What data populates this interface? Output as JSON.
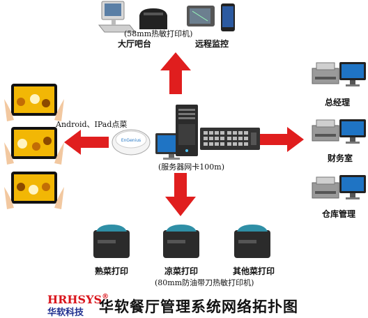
{
  "top_group": {
    "note": "(58mm热敏打印机)",
    "label_left": "大厅吧台",
    "label_right": "远程监控"
  },
  "left_group": {
    "note": "Android、IPad点菜"
  },
  "center": {
    "note": "(服务器网卡100m)"
  },
  "right_group": {
    "items": [
      {
        "label": "总经理"
      },
      {
        "label": "财务室"
      },
      {
        "label": "仓库管理"
      }
    ]
  },
  "bottom_group": {
    "printers": [
      {
        "label": "熟菜打印"
      },
      {
        "label": "凉菜打印"
      },
      {
        "label": "其他菜打印"
      }
    ],
    "note": "(80mm防油带刀热敏打印机)"
  },
  "footer": {
    "logo_en": "HRHSYS",
    "logo_reg": "®",
    "logo_cn": "华软科技",
    "title": "华软餐厅管理系统网络拓扑图"
  },
  "colors": {
    "arrow": "#e01e1e",
    "tablet_screen": "#f2b705",
    "printer_body": "#2b2b2b",
    "printer_accent": "#2f8fa6",
    "monitor_screen": "#1f74c4"
  }
}
